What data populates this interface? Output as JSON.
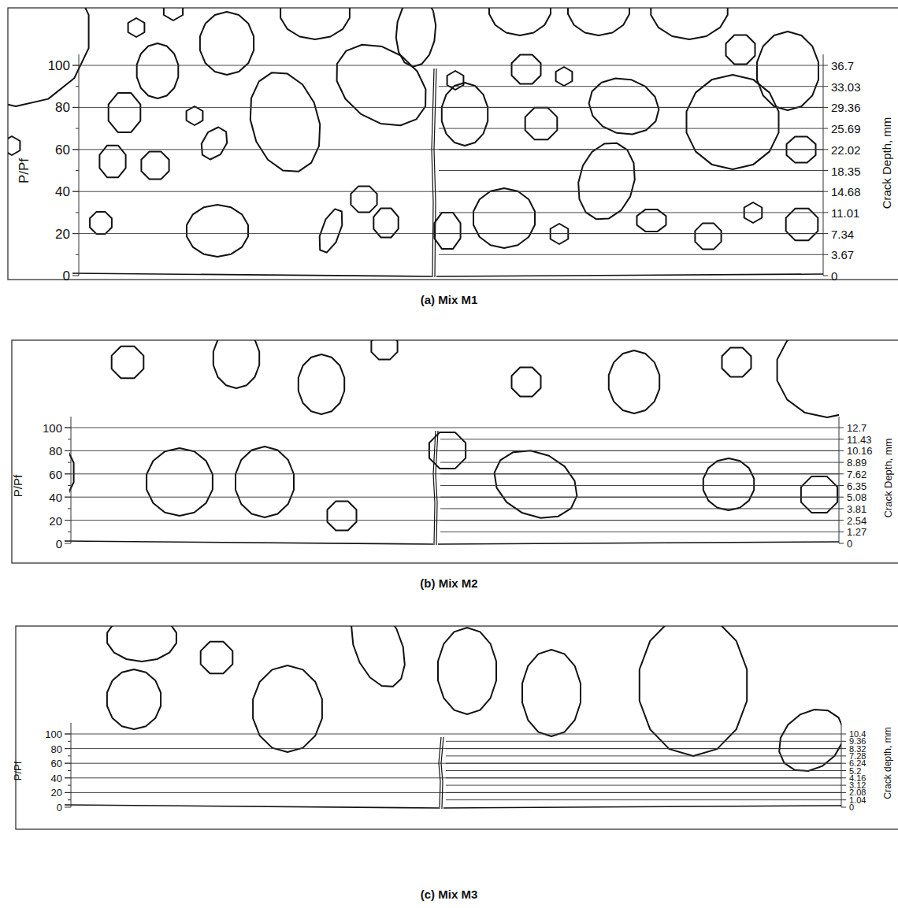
{
  "diagram": {
    "labels": [
      "100",
      "80",
      "60",
      "40",
      "20",
      "0",
      "P/Pf",
      "36.7",
      "33.03",
      "29.36",
      "25.69",
      "22.02",
      "18.35",
      "14.68",
      "11.01",
      "7.34",
      "3.67",
      "0",
      "Crack Depth, mm",
      "(a) Mix M1",
      "100",
      "80",
      "60",
      "40",
      "20",
      "0",
      "P/Pf",
      "12.7",
      "11.43",
      "10.16",
      "8.89",
      "7.62",
      "6.35",
      "5.08",
      "3.81",
      "2.54",
      "1.27",
      "0",
      "Crack Depth, mm",
      "(b) Mix M2",
      "100",
      "80",
      "60",
      "40",
      "20",
      "0",
      "P/Pf",
      "10.4",
      "9.36",
      "8.32",
      "7.28",
      "6.24",
      "5.2",
      "4.16",
      "3.12",
      "2.08",
      "1.04",
      "0",
      "Crack depth, mm",
      "(c) Mix M3"
    ]
  }
}
